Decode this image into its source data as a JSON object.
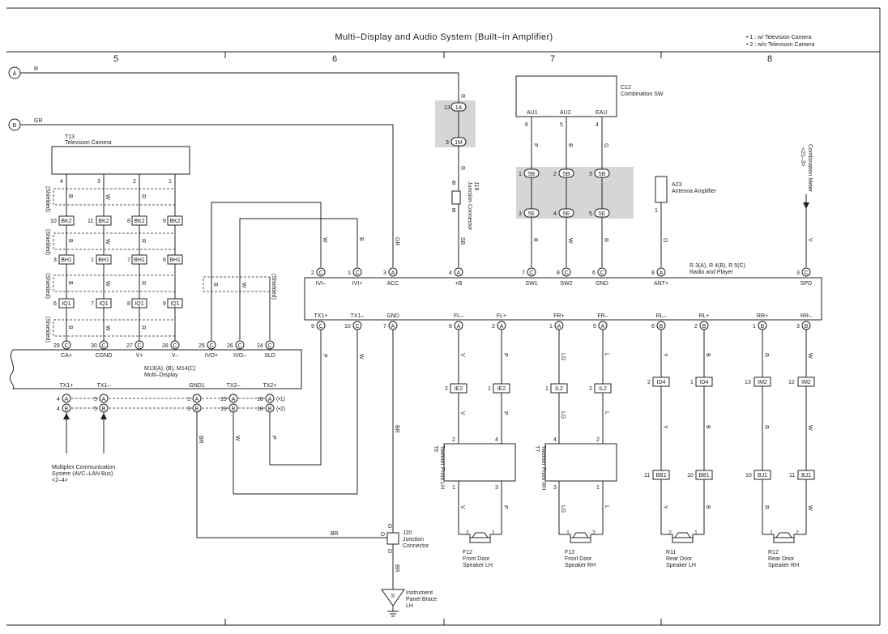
{
  "title": "Multi–Display and Audio System (Built–in Amplifier)",
  "notes": [
    "• 1 : w/ Television Camera",
    "• 2 : w/o Television Camera"
  ],
  "columns": [
    "5",
    "6",
    "7",
    "8"
  ],
  "refs": [
    "A",
    "B"
  ],
  "wire_colors": {
    "r": "R",
    "gr": "GR",
    "br": "BR",
    "b": "B",
    "w": "W",
    "p": "P",
    "v": "V",
    "lg": "LG",
    "l": "L",
    "y": "Y",
    "g": "G",
    "o": "O",
    "sb": "SB"
  },
  "components": {
    "t13": {
      "id": "T13",
      "name": "Television Camera"
    },
    "c12": {
      "id": "C12",
      "name": "Combination SW"
    },
    "j19": {
      "id": "J19",
      "name": "Junction Connector"
    },
    "a23": {
      "id": "A23",
      "name": "Antenna Amplifier"
    },
    "meter": {
      "name": "Combination Meter",
      "ref": "<21–3>"
    },
    "radio": {
      "id": "R 3(A), R 4(B), R 5(C)",
      "name": "Radio and Player"
    },
    "multi": {
      "id": "M13(A), (B), M14(C)",
      "name": "Multi–Display"
    },
    "mux": {
      "name": "Multiplex Communication",
      "name2": "System (AVC–LAN Bus)",
      "ref": "<2–4>"
    },
    "j20": {
      "id": "J20",
      "name": "Junction",
      "name2": "Connector"
    },
    "t6": {
      "id": "T6",
      "name": "Tweeter Front LH"
    },
    "t7": {
      "id": "T7",
      "name": "Tweeter Front RH"
    },
    "f12": {
      "id": "F12",
      "name": "Front Door",
      "name2": "Speaker LH"
    },
    "f13": {
      "id": "F13",
      "name": "Front Door",
      "name2": "Speaker RH"
    },
    "r11": {
      "id": "R11",
      "name": "Rear Door",
      "name2": "Speaker LH"
    },
    "r12": {
      "id": "R12",
      "name": "Rear Door",
      "name2": "Speaker RH"
    },
    "ground": {
      "id": "II",
      "name": "Instrument",
      "name2": "Panel Brace",
      "name3": "LH"
    }
  },
  "radio_pins_top": [
    "IVI–",
    "IVI+",
    "ACC",
    "+B",
    "SW1",
    "SW2",
    "GND",
    "ANT+",
    "SPD"
  ],
  "radio_pins_bottom": [
    "TX1+",
    "TX1–",
    "GND",
    "FL–",
    "FL+",
    "FR+",
    "FR–",
    "RL–",
    "RL+",
    "RR+",
    "RR–"
  ],
  "multi_pins_top": [
    "CA+",
    "CGND",
    "V+",
    "V–",
    "IVO+",
    "IVO–",
    "SLD"
  ],
  "multi_pins_bottom": [
    "TX1+",
    "TX1–",
    "GND1",
    "TX2–",
    "TX2+"
  ],
  "comb_sw_pins": [
    "AU1",
    "AU2",
    "EAU"
  ],
  "connectors": [
    "BK2",
    "BH1",
    "IQ1",
    "1A",
    "1M",
    "5B",
    "5E",
    "IE2",
    "IL2",
    "ID4",
    "IM2",
    "BB1",
    "BJ1"
  ],
  "shielded": "(Shielded)",
  "variant_marks": [
    "(•1)",
    "(•2)"
  ],
  "junction_pins": [
    "D"
  ]
}
